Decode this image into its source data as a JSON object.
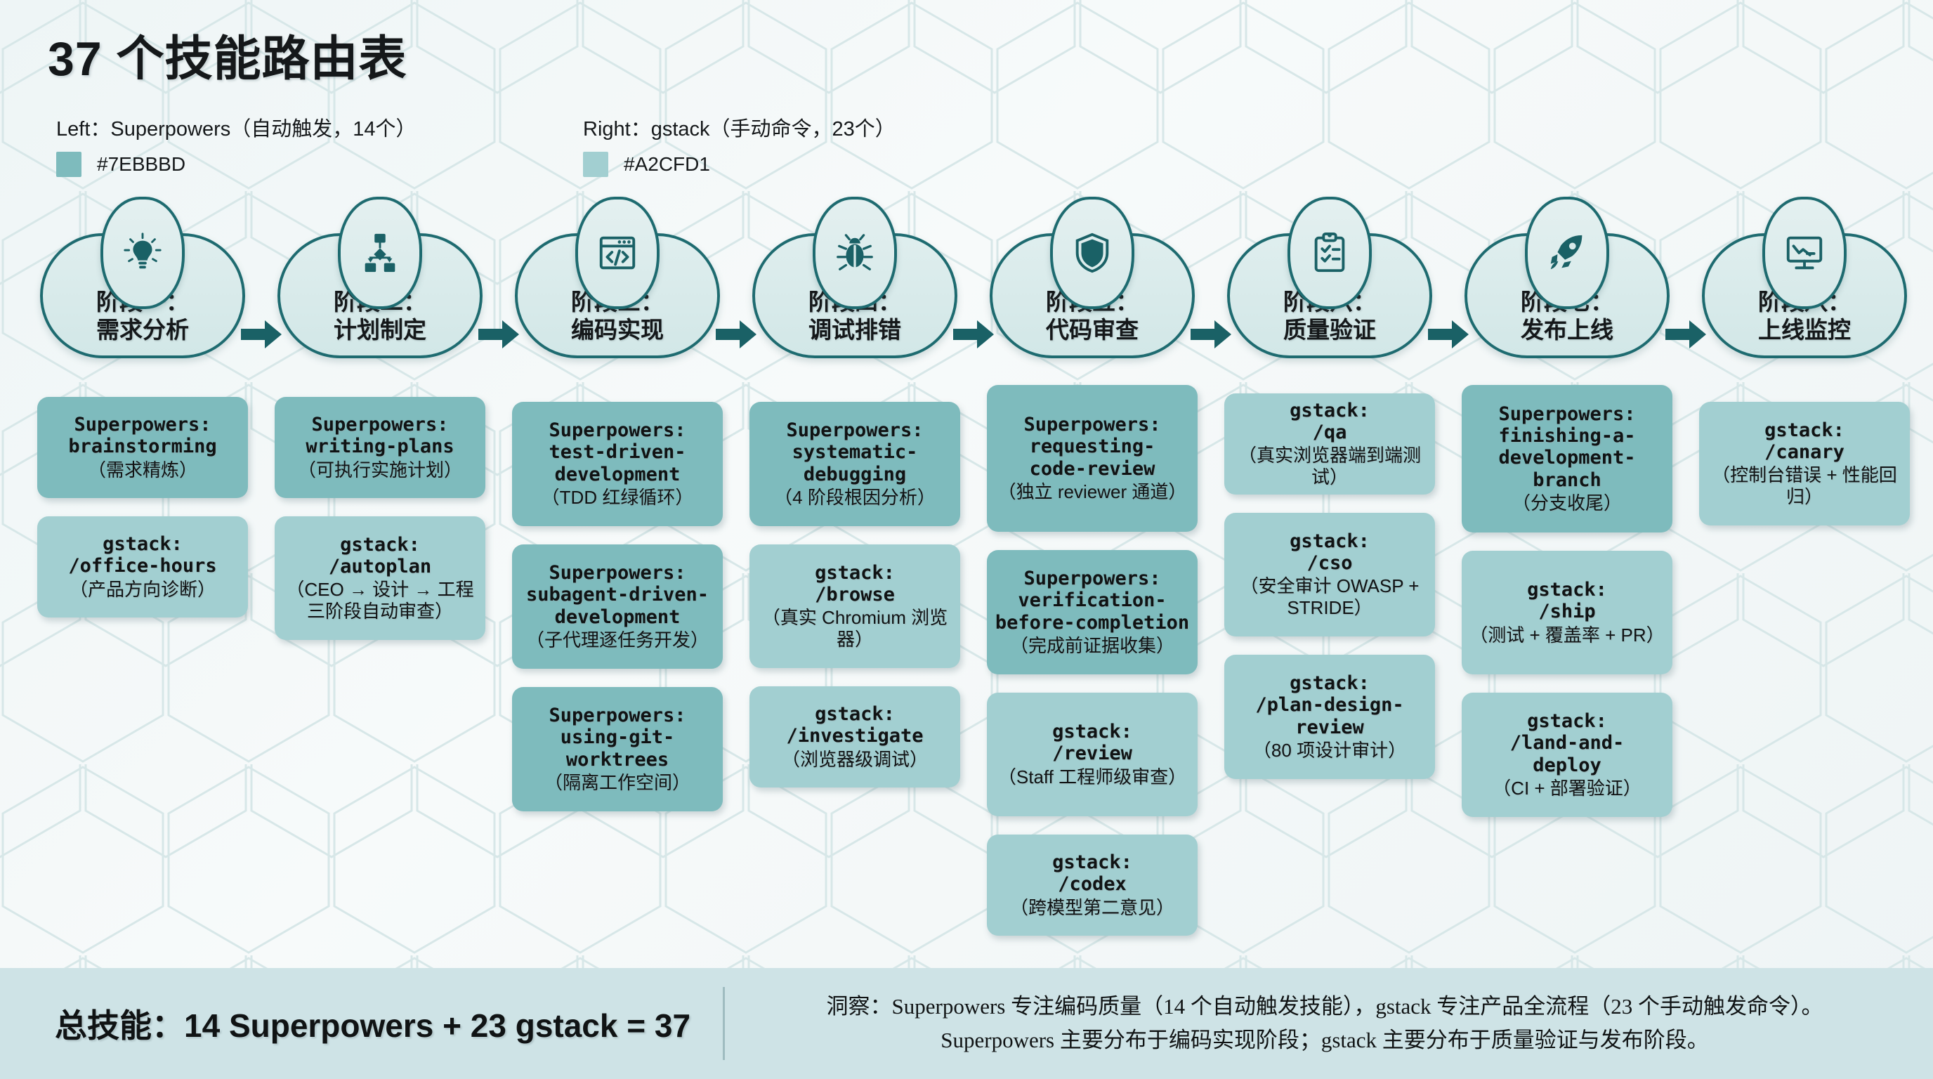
{
  "title": "37 个技能路由表",
  "legend": {
    "left": {
      "label": "Left：Superpowers（自动触发，14个）",
      "color_hex": "#7EBBBD",
      "swatch": "#7EBBBD"
    },
    "right": {
      "label": "Right：gstack（手动命令，23个）",
      "color_hex": "#A2CFD1",
      "swatch": "#A2CFD1"
    }
  },
  "phases": [
    {
      "title": "阶段一：",
      "sub": "需求分析",
      "icon": "lightbulb-icon"
    },
    {
      "title": "阶段二：",
      "sub": "计划制定",
      "icon": "org-chart-icon"
    },
    {
      "title": "阶段三：",
      "sub": "编码实现",
      "icon": "code-window-icon"
    },
    {
      "title": "阶段四：",
      "sub": "调试排错",
      "icon": "bug-icon"
    },
    {
      "title": "阶段五：",
      "sub": "代码审查",
      "icon": "shield-icon"
    },
    {
      "title": "阶段六：",
      "sub": "质量验证",
      "icon": "clipboard-check-icon"
    },
    {
      "title": "阶段七：",
      "sub": "发布上线",
      "icon": "rocket-icon"
    },
    {
      "title": "阶段八：",
      "sub": "上线监控",
      "icon": "monitor-chart-icon"
    }
  ],
  "columns": [
    {
      "phase_index": 0,
      "cards": [
        {
          "kind": "superpowers",
          "name": "Superpowers:\nbrainstorming",
          "desc": "（需求精炼）"
        },
        {
          "kind": "gstack",
          "name": "gstack:\n/office-hours",
          "desc": "（产品方向诊断）"
        }
      ]
    },
    {
      "phase_index": 1,
      "cards": [
        {
          "kind": "superpowers",
          "name": "Superpowers:\nwriting-plans",
          "desc": "（可执行实施计划）"
        },
        {
          "kind": "gstack",
          "name": "gstack:\n/autoplan",
          "desc": "（CEO → 设计 → 工程三阶段自动审查）"
        }
      ]
    },
    {
      "phase_index": 2,
      "cards": [
        {
          "kind": "superpowers",
          "name": "Superpowers:\ntest-driven-\ndevelopment",
          "desc": "（TDD 红绿循环）"
        },
        {
          "kind": "superpowers",
          "name": "Superpowers:\nsubagent-driven-\ndevelopment",
          "desc": "（子代理逐任务开发）"
        },
        {
          "kind": "superpowers",
          "name": "Superpowers:\nusing-git-\nworktrees",
          "desc": "（隔离工作空间）"
        }
      ]
    },
    {
      "phase_index": 3,
      "cards": [
        {
          "kind": "superpowers",
          "name": "Superpowers:\nsystematic-\ndebugging",
          "desc": "（4 阶段根因分析）"
        },
        {
          "kind": "gstack",
          "name": "gstack:\n/browse",
          "desc": "（真实 Chromium 浏览器）"
        },
        {
          "kind": "gstack",
          "name": "gstack:\n/investigate",
          "desc": "（浏览器级调试）"
        }
      ]
    },
    {
      "phase_index": 4,
      "cards": [
        {
          "kind": "superpowers",
          "name": "Superpowers:\nrequesting-\ncode-review",
          "desc": "（独立 reviewer 通道）"
        },
        {
          "kind": "superpowers",
          "name": "Superpowers:\nverification-\nbefore-completion",
          "desc": "（完成前证据收集）"
        },
        {
          "kind": "gstack",
          "name": "gstack:\n/review",
          "desc": "（Staff 工程师级审查）"
        },
        {
          "kind": "gstack",
          "name": "gstack:\n/codex",
          "desc": "（跨模型第二意见）"
        }
      ]
    },
    {
      "phase_index": 5,
      "cards": [
        {
          "kind": "gstack",
          "name": "gstack:\n/qa",
          "desc": "（真实浏览器端到端测试）"
        },
        {
          "kind": "gstack",
          "name": "gstack:\n/cso",
          "desc": "（安全审计 OWASP + STRIDE）"
        },
        {
          "kind": "gstack",
          "name": "gstack:\n/plan-design-\nreview",
          "desc": "（80 项设计审计）"
        }
      ]
    },
    {
      "phase_index": 6,
      "cards": [
        {
          "kind": "superpowers",
          "name": "Superpowers:\nfinishing-a-\ndevelopment-\nbranch",
          "desc": "（分支收尾）"
        },
        {
          "kind": "gstack",
          "name": "gstack:\n/ship",
          "desc": "（测试 + 覆盖率 + PR）"
        },
        {
          "kind": "gstack",
          "name": "gstack:\n/land-and-\ndeploy",
          "desc": "（CI + 部署验证）"
        }
      ]
    },
    {
      "phase_index": 7,
      "cards": [
        {
          "kind": "gstack",
          "name": "gstack:\n/canary",
          "desc": "（控制台错误 + 性能回归）"
        }
      ]
    }
  ],
  "footer": {
    "total": "总技能：14 Superpowers + 23 gstack = 37",
    "insight_line1": "洞察：Superpowers 专注编码质量（14 个自动触发技能），gstack 专注产品全流程（23 个手动触发命令）。",
    "insight_line2": "Superpowers 主要分布于编码实现阶段；gstack 主要分布于质量验证与发布阶段。"
  }
}
